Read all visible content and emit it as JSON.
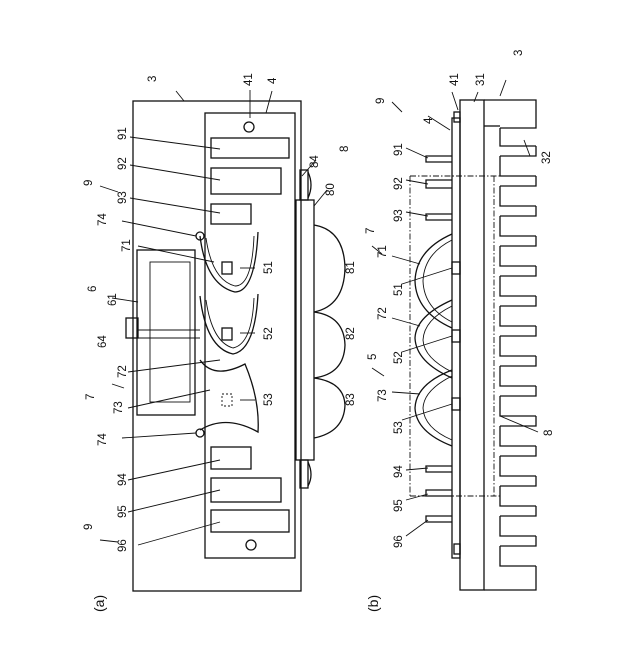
{
  "figure_a": {
    "panel_label": "(a)",
    "labels": {
      "l3": "3",
      "l41": "41",
      "l4": "4",
      "l91": "91",
      "l92": "92",
      "l84": "84",
      "l8": "8",
      "l9": "9",
      "l93": "93",
      "l80": "80",
      "l74a": "74",
      "l71": "71",
      "l51": "51",
      "l81": "81",
      "l6": "6",
      "l61": "61",
      "l64": "64",
      "l52": "52",
      "l82": "82",
      "l72": "72",
      "l7": "7",
      "l73": "73",
      "l53": "53",
      "l83": "83",
      "l74b": "74",
      "l94": "94",
      "l95": "95",
      "l9b": "9",
      "l96": "96"
    }
  },
  "figure_b": {
    "panel_label": "(b)",
    "labels": {
      "l9": "9",
      "l41": "41",
      "l31": "31",
      "l3": "3",
      "l4": "4",
      "l91": "91",
      "l32": "32",
      "l92": "92",
      "l93": "93",
      "l7": "7",
      "l71": "71",
      "l51": "51",
      "l72": "72",
      "l5": "5",
      "l52": "52",
      "l73": "73",
      "l53": "53",
      "l8": "8",
      "l94": "94",
      "l95": "95",
      "l96": "96"
    }
  }
}
